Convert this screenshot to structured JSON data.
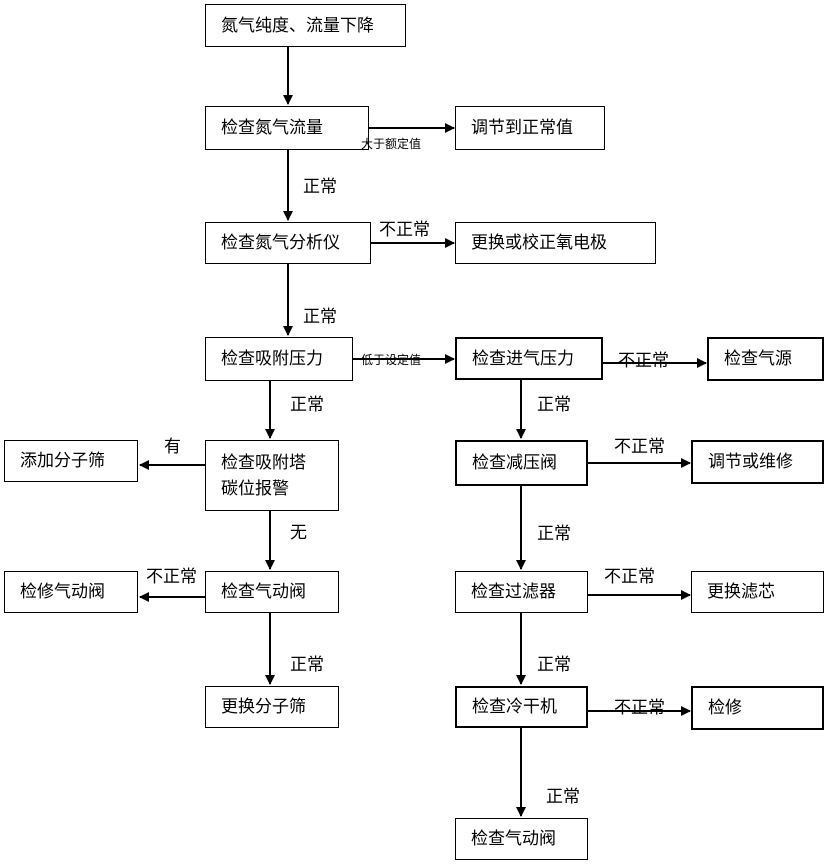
{
  "nodes": {
    "n_start": "氮气纯度、流量下降",
    "n_check_flow": "检查氮气流量",
    "n_adjust_normal": "调节到正常值",
    "n_check_analyzer": "检查氮气分析仪",
    "n_replace_electrode": "更换或校正氧电极",
    "n_check_adsorb_pressure": "检查吸附压力",
    "n_check_inlet_pressure": "检查进气压力",
    "n_check_gas_source": "检查气源",
    "n_add_sieve": "添加分子筛",
    "n_check_tower_line1": "检查吸附塔",
    "n_check_tower_line2": "碳位报警",
    "n_check_reducer": "检查减压阀",
    "n_adjust_repair": "调节或维修",
    "n_repair_valve": "检修气动阀",
    "n_check_valve_left": "检查气动阀",
    "n_check_filter": "检查过滤器",
    "n_replace_filter": "更换滤芯",
    "n_replace_sieve": "更换分子筛",
    "n_check_dryer": "检查冷干机",
    "n_repair": "检修",
    "n_check_valve_end": "检查气动阀"
  },
  "edges": {
    "e_flow_high": "大于额定值",
    "e_flow_normal": "正常",
    "e_analyzer_abnormal": "不正常",
    "e_analyzer_normal": "正常",
    "e_pressure_low": "低于设定值",
    "e_inlet_abnormal": "不正常",
    "e_adsorb_normal": "正常",
    "e_inlet_normal": "正常",
    "e_tower_yes": "有",
    "e_reducer_abnormal": "不正常",
    "e_tower_no": "无",
    "e_reducer_normal": "正常",
    "e_valve_abnormal": "不正常",
    "e_filter_abnormal": "不正常",
    "e_valve_normal": "正常",
    "e_filter_normal": "正常",
    "e_dryer_abnormal": "不正常",
    "e_dryer_normal": "正常"
  }
}
